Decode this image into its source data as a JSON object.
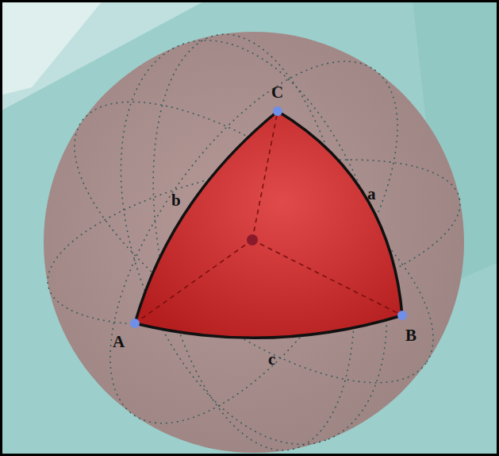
{
  "diagram": {
    "labels": [
      "C",
      "b",
      "a",
      "A",
      "B",
      "c"
    ]
  }
}
